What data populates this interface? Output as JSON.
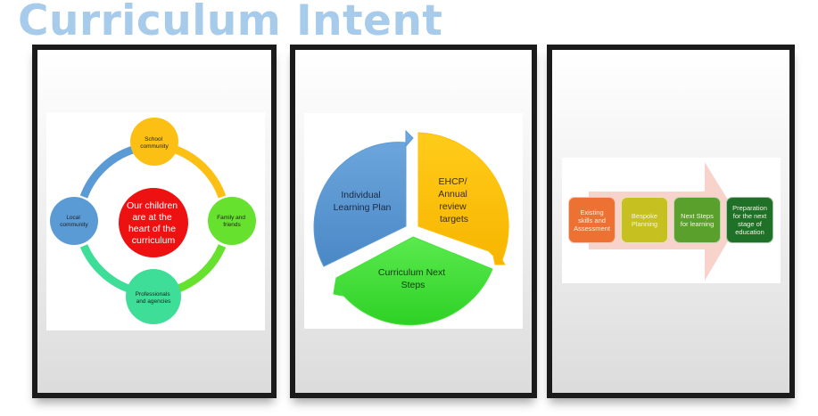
{
  "title": "Curriculum Intent",
  "colors": {
    "title": "#a7cbea",
    "frame_border": "#1b1b1b"
  },
  "panels": [
    {
      "name": "partnership-cycle",
      "center": {
        "label_lines": [
          "Our children",
          "are at the",
          "heart of the",
          "curriculum"
        ],
        "color": "#ee1111"
      },
      "nodes": [
        {
          "label_lines": [
            "School",
            "community"
          ],
          "color": "#fcc015",
          "ring_color": "#fcc015"
        },
        {
          "label_lines": [
            "Family and",
            "friends"
          ],
          "color": "#66e12e",
          "ring_color": "#66e12e"
        },
        {
          "label_lines": [
            "Professionals",
            "and agencies"
          ],
          "color": "#3ede98",
          "ring_color": "#3ede98"
        },
        {
          "label_lines": [
            "Local",
            "community"
          ],
          "color": "#5b9bd5",
          "ring_color": "#5b9bd5"
        }
      ]
    },
    {
      "name": "planning-cycle",
      "segments": [
        {
          "label_lines": [
            "Individual",
            "Learning Plan"
          ],
          "color": "#5b9bd5"
        },
        {
          "label_lines": [
            "EHCP/",
            "Annual",
            "review",
            "targets"
          ],
          "color": "#ffc000"
        },
        {
          "label_lines": [
            "Curriculum Next",
            "Steps"
          ],
          "color": "#45e03a"
        }
      ]
    },
    {
      "name": "progression-process",
      "arrow_color": "#f8d3cc",
      "steps": [
        {
          "label_lines": [
            "Existing",
            "skills and",
            "Assessment"
          ],
          "color": "#ed7133"
        },
        {
          "label_lines": [
            "Bespoke",
            "Planning"
          ],
          "color": "#c6c021"
        },
        {
          "label_lines": [
            "Next Steps",
            "for learning"
          ],
          "color": "#5aa02c"
        },
        {
          "label_lines": [
            "Preparation",
            "for the next",
            "stage of",
            "education"
          ],
          "color": "#1e7126"
        }
      ]
    }
  ]
}
